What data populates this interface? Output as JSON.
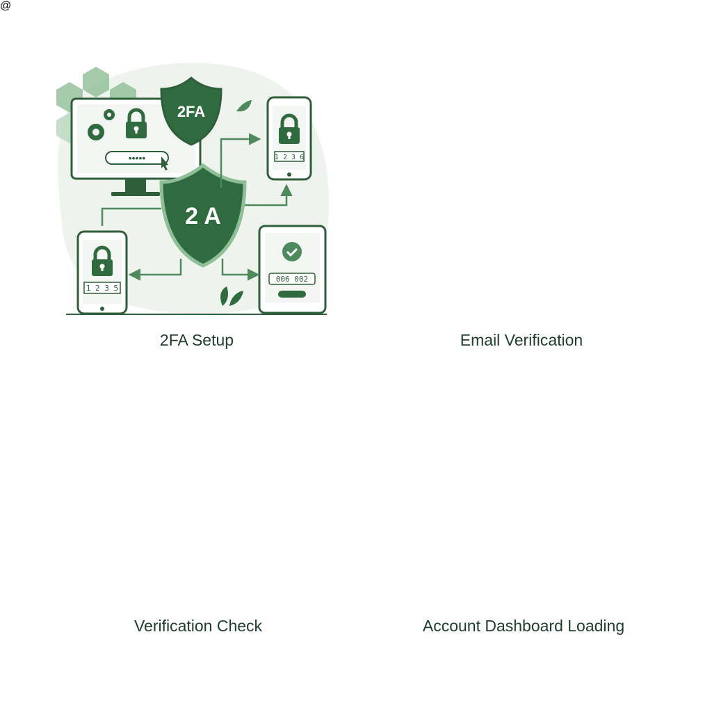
{
  "colors": {
    "dark_green": "#2f6b3f",
    "mid_green": "#4e8a5c",
    "light_green": "#8fbf97",
    "pale_green": "#e6efe6",
    "blob": "#eef3ee",
    "outline": "#2f5e3a",
    "screen": "#f4f6f4"
  },
  "panels": [
    {
      "id": "2fa-setup",
      "caption": "2FA Setup",
      "badge_top": "2FA",
      "badge_center": "2 A",
      "password_mask": "•••••",
      "code_left_phone": "1 2 3 5",
      "code_right_phone": "1 2 3 6",
      "code_tablet": "006 002",
      "icons": [
        "gear-icon",
        "lock-icon",
        "shield-icon",
        "smartphone-icon",
        "tablet-icon",
        "leaf-icon"
      ]
    },
    {
      "id": "email-verification",
      "caption": "Email Verification",
      "at_symbol": "@",
      "icons": [
        "envelope-icon",
        "document-icon",
        "badge-check-icon",
        "smartphone-icon",
        "shield-check-icon",
        "leaf-icon"
      ]
    },
    {
      "id": "verification-check",
      "caption": "Verification Check",
      "icons": [
        "shield-check-icon",
        "lock-shield-icon",
        "smartphone-icon",
        "envelope-check-icon",
        "hexagon-cluster-icon"
      ]
    },
    {
      "id": "account-dashboard-loading",
      "caption": "Account Dashboard Loading",
      "sidebar_icons": [
        "home-icon",
        "shield-icon",
        "gear-icon"
      ],
      "icons": [
        "avatar-icon",
        "gear-icon",
        "loading-ring-icon",
        "shield-check-icon",
        "leaf-icon"
      ]
    }
  ]
}
